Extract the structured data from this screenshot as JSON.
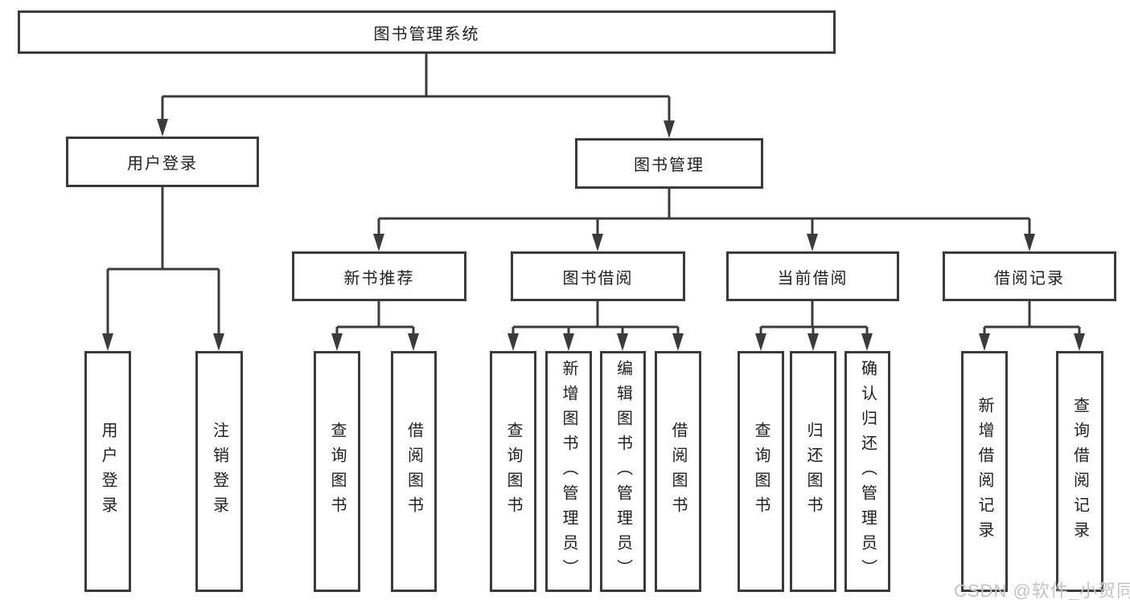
{
  "tree": {
    "root": {
      "label": "图书管理系统"
    },
    "branches": [
      {
        "label": "用户登录",
        "children": [
          {
            "label": "用户登录"
          },
          {
            "label": "注销登录"
          }
        ]
      },
      {
        "label": "图书管理",
        "children": [
          {
            "label": "新书推荐",
            "children": [
              {
                "label": "查询图书"
              },
              {
                "label": "借阅图书"
              }
            ]
          },
          {
            "label": "图书借阅",
            "children": [
              {
                "label": "查询图书"
              },
              {
                "label": "新增图书（管理员）"
              },
              {
                "label": "编辑图书（管理员）"
              },
              {
                "label": "借阅图书"
              }
            ]
          },
          {
            "label": "当前借阅",
            "children": [
              {
                "label": "查询图书"
              },
              {
                "label": "归还图书"
              },
              {
                "label": "确认归还（管理员）"
              }
            ]
          },
          {
            "label": "借阅记录",
            "children": [
              {
                "label": "新增借阅记录"
              },
              {
                "label": "查询借阅记录"
              }
            ]
          }
        ]
      }
    ]
  },
  "watermark": {
    "text": "CSDN @软件_小贺同学"
  },
  "colors": {
    "line": "#3b3b3b",
    "box_fill": "#ffffff",
    "text": "#1f1f1f",
    "watermark": "#c3c3c3"
  }
}
